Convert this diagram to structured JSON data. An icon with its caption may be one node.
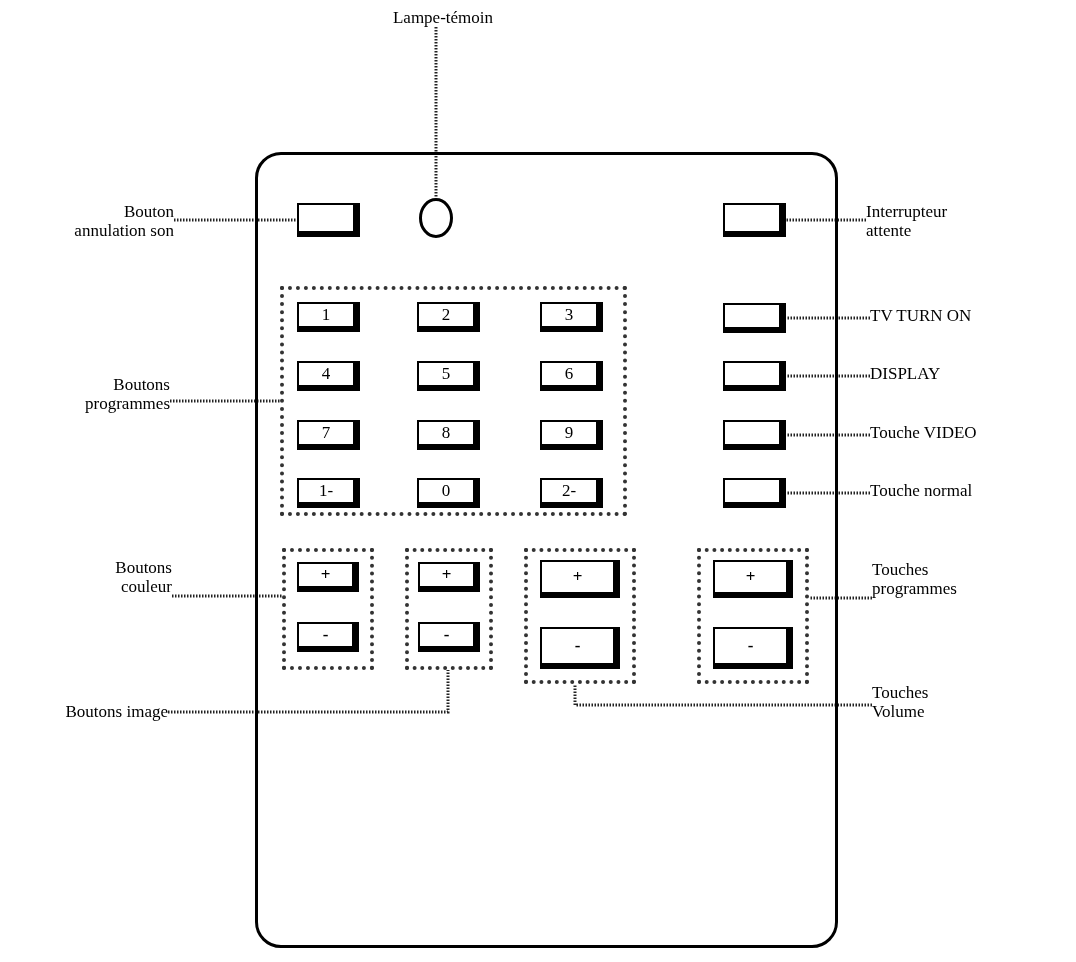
{
  "diagram": {
    "nodes": [
      {
        "text": [],
        "shape": "box"
      },
      {
        "text": [
          "Lampe-témoin"
        ]
      },
      {
        "text": [],
        "shape": "circle",
        "in": 0
      },
      {
        "text": [
          "Bouton annulation son"
        ]
      },
      {
        "text": [],
        "shape": "box",
        "in": 0
      },
      {
        "text": [
          "Interrupteur attente"
        ]
      },
      {
        "text": [],
        "shape": "box",
        "in": 0
      },
      {
        "text": [],
        "shape": "box",
        "in": 0
      },
      {
        "text": [
          "1"
        ],
        "in": 7
      },
      {
        "text": [
          "2"
        ],
        "in": 7
      },
      {
        "text": [
          "3"
        ],
        "in": 7
      },
      {
        "text": [
          "4"
        ],
        "in": 7
      },
      {
        "text": [
          "5"
        ],
        "in": 7
      },
      {
        "text": [
          "6"
        ],
        "in": 7
      },
      {
        "text": [
          "7"
        ],
        "in": 7
      },
      {
        "text": [
          "8"
        ],
        "in": 7
      },
      {
        "text": [
          "9"
        ],
        "in": 7
      },
      {
        "text": [
          "1-"
        ],
        "in": 7
      },
      {
        "text": [
          "0"
        ],
        "in": 7
      },
      {
        "text": [
          "2-"
        ],
        "in": 7
      },
      {
        "text": [
          "Boutons programmes"
        ]
      },
      {
        "text": [
          "TV TURN ON"
        ]
      },
      {
        "text": [],
        "shape": "box",
        "in": 0
      },
      {
        "text": [
          "DISPLAY"
        ]
      },
      {
        "text": [],
        "shape": "box",
        "in": 0
      },
      {
        "text": [
          "Touche VIDEO"
        ]
      },
      {
        "text": [],
        "shape": "box",
        "in": 0
      },
      {
        "text": [
          "Touche normal"
        ]
      },
      {
        "text": [],
        "shape": "box",
        "in": 0
      },
      {
        "text": [],
        "shape": "box",
        "in": 0
      },
      {
        "text": [
          "+"
        ],
        "in": 29
      },
      {
        "text": [
          "-"
        ],
        "in": 29
      },
      {
        "text": [],
        "shape": "box",
        "in": 0
      },
      {
        "text": [
          "+"
        ],
        "in": 32
      },
      {
        "text": [
          "-"
        ],
        "in": 32
      },
      {
        "text": [],
        "shape": "box",
        "in": 0
      },
      {
        "text": [
          "+"
        ],
        "in": 35
      },
      {
        "text": [
          "-"
        ],
        "in": 35
      },
      {
        "text": [],
        "shape": "box",
        "in": 0
      },
      {
        "text": [
          "+"
        ],
        "in": 38
      },
      {
        "text": [
          "-"
        ],
        "in": 38
      },
      {
        "text": [
          "Boutons couleur"
        ]
      },
      {
        "text": [
          "Touches programmes"
        ]
      },
      {
        "text": [
          "Boutons image"
        ]
      },
      {
        "text": [
          "Touches Volume"
        ]
      }
    ],
    "edges": [
      {
        "from": 1,
        "to": 2,
        "arrow": "none"
      },
      {
        "from": 3,
        "to": 4,
        "arrow": "none"
      },
      {
        "from": 5,
        "to": 6,
        "arrow": "none"
      },
      {
        "from": 20,
        "to": 7,
        "arrow": "none"
      },
      {
        "from": 21,
        "to": 22,
        "arrow": "none"
      },
      {
        "from": 23,
        "to": 24,
        "arrow": "none"
      },
      {
        "from": 25,
        "to": 26,
        "arrow": "none"
      },
      {
        "from": 27,
        "to": 28,
        "arrow": "none"
      },
      {
        "from": 41,
        "to": 29,
        "arrow": "none"
      },
      {
        "from": 42,
        "to": 38,
        "arrow": "none"
      },
      {
        "from": 43,
        "to": 32,
        "arrow": "none"
      },
      {
        "from": 44,
        "to": 35,
        "arrow": "none"
      }
    ]
  }
}
